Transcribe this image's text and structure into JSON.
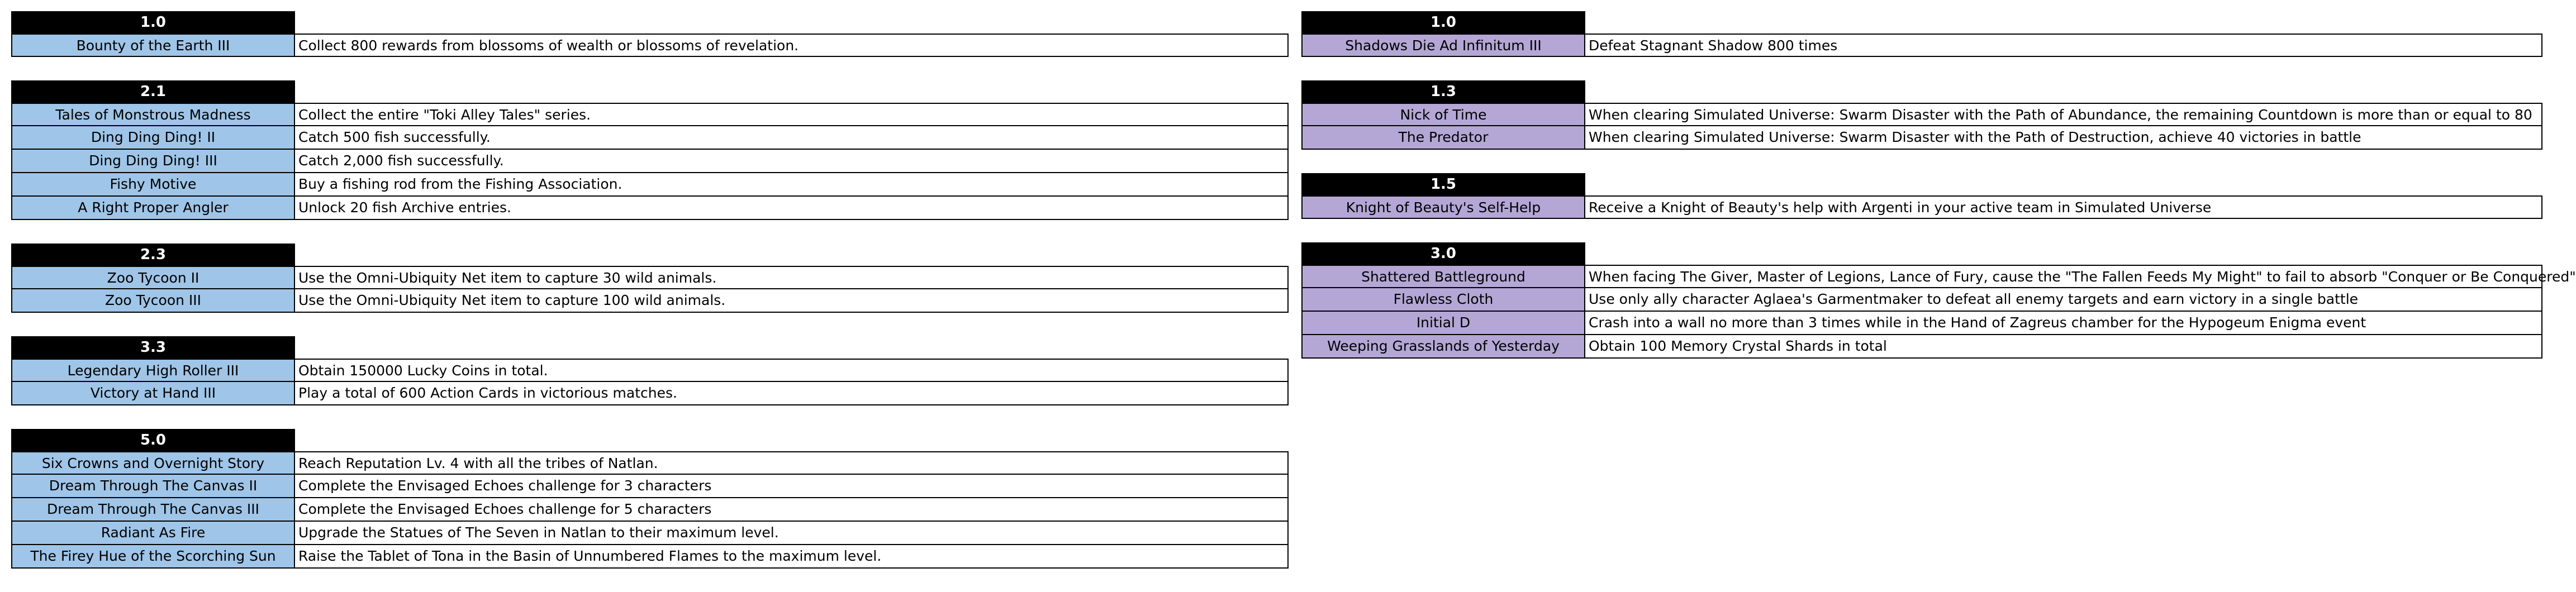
{
  "colors": {
    "genshin_name_bg": "#9fc5e8",
    "star_rail_name_bg": "#b4a7d6",
    "header_bg": "#000000",
    "header_text": "#ffffff"
  },
  "left_column": {
    "sections": [
      {
        "version": "1.0",
        "rows": [
          {
            "name": "Bounty of the Earth III",
            "description": "Collect 800 rewards from blossoms of wealth or blossoms of revelation."
          }
        ]
      },
      {
        "version": "2.1",
        "rows": [
          {
            "name": "Tales of Monstrous Madness",
            "description": "Collect the entire \"Toki Alley Tales\" series."
          },
          {
            "name": "Ding Ding Ding! II",
            "description": "Catch 500 fish successfully."
          },
          {
            "name": "Ding Ding Ding! III",
            "description": "Catch 2,000 fish successfully."
          },
          {
            "name": "Fishy Motive",
            "description": "Buy a fishing rod from the Fishing Association."
          },
          {
            "name": "A Right Proper Angler",
            "description": "Unlock 20 fish Archive entries."
          }
        ]
      },
      {
        "version": "2.3",
        "rows": [
          {
            "name": "Zoo Tycoon II",
            "description": "Use the Omni-Ubiquity Net item to capture 30 wild animals."
          },
          {
            "name": "Zoo Tycoon III",
            "description": "Use the Omni-Ubiquity Net item to capture 100 wild animals."
          }
        ]
      },
      {
        "version": "3.3",
        "rows": [
          {
            "name": "Legendary High Roller III",
            "description": "Obtain 150000 Lucky Coins in total."
          },
          {
            "name": "Victory at Hand III",
            "description": "Play a total of 600 Action Cards in victorious matches."
          }
        ]
      },
      {
        "version": "5.0",
        "rows": [
          {
            "name": "Six Crowns and Overnight Story",
            "description": "Reach Reputation Lv. 4 with all the tribes of Natlan."
          },
          {
            "name": "Dream Through The Canvas II",
            "description": "Complete the Envisaged Echoes challenge for 3 characters"
          },
          {
            "name": "Dream Through The Canvas III",
            "description": "Complete the Envisaged Echoes challenge for 5 characters"
          },
          {
            "name": "Radiant As Fire",
            "description": "Upgrade the Statues of The Seven in Natlan to their maximum level."
          },
          {
            "name": "The Firey Hue of the Scorching Sun",
            "description": "Raise the Tablet of Tona in the Basin of Unnumbered Flames to the maximum level."
          }
        ]
      }
    ]
  },
  "right_column": {
    "sections": [
      {
        "version": "1.0",
        "rows": [
          {
            "name": "Shadows Die Ad Infinitum III",
            "description": "Defeat Stagnant Shadow 800 times"
          }
        ]
      },
      {
        "version": "1.3",
        "rows": [
          {
            "name": "Nick of Time",
            "description": "When clearing Simulated Universe: Swarm Disaster with the Path of Abundance, the remaining Countdown is more than or equal to 80"
          },
          {
            "name": "The Predator",
            "description": "When clearing Simulated Universe: Swarm Disaster with the Path of Destruction, achieve 40 victories in battle"
          }
        ]
      },
      {
        "version": "1.5",
        "rows": [
          {
            "name": "Knight of Beauty's Self-Help",
            "description": "Receive a Knight of Beauty's help with Argenti in your active team in Simulated Universe"
          }
        ]
      },
      {
        "version": "3.0",
        "rows": [
          {
            "name": "Shattered Battleground",
            "description": "When facing The Giver, Master of Legions, Lance of Fury, cause the \"The Fallen Feeds My Might\" to fail to absorb \"Conquer or Be Conquered\""
          },
          {
            "name": "Flawless Cloth",
            "description": "Use only ally character Aglaea's Garmentmaker to defeat all enemy targets and earn victory in a single battle"
          },
          {
            "name": "Initial D",
            "description": "Crash into a wall no more than 3 times while in the Hand of Zagreus chamber for the Hypogeum Enigma event"
          },
          {
            "name": "Weeping Grasslands of Yesterday",
            "description": "Obtain 100 Memory Crystal Shards in total"
          }
        ]
      }
    ]
  }
}
